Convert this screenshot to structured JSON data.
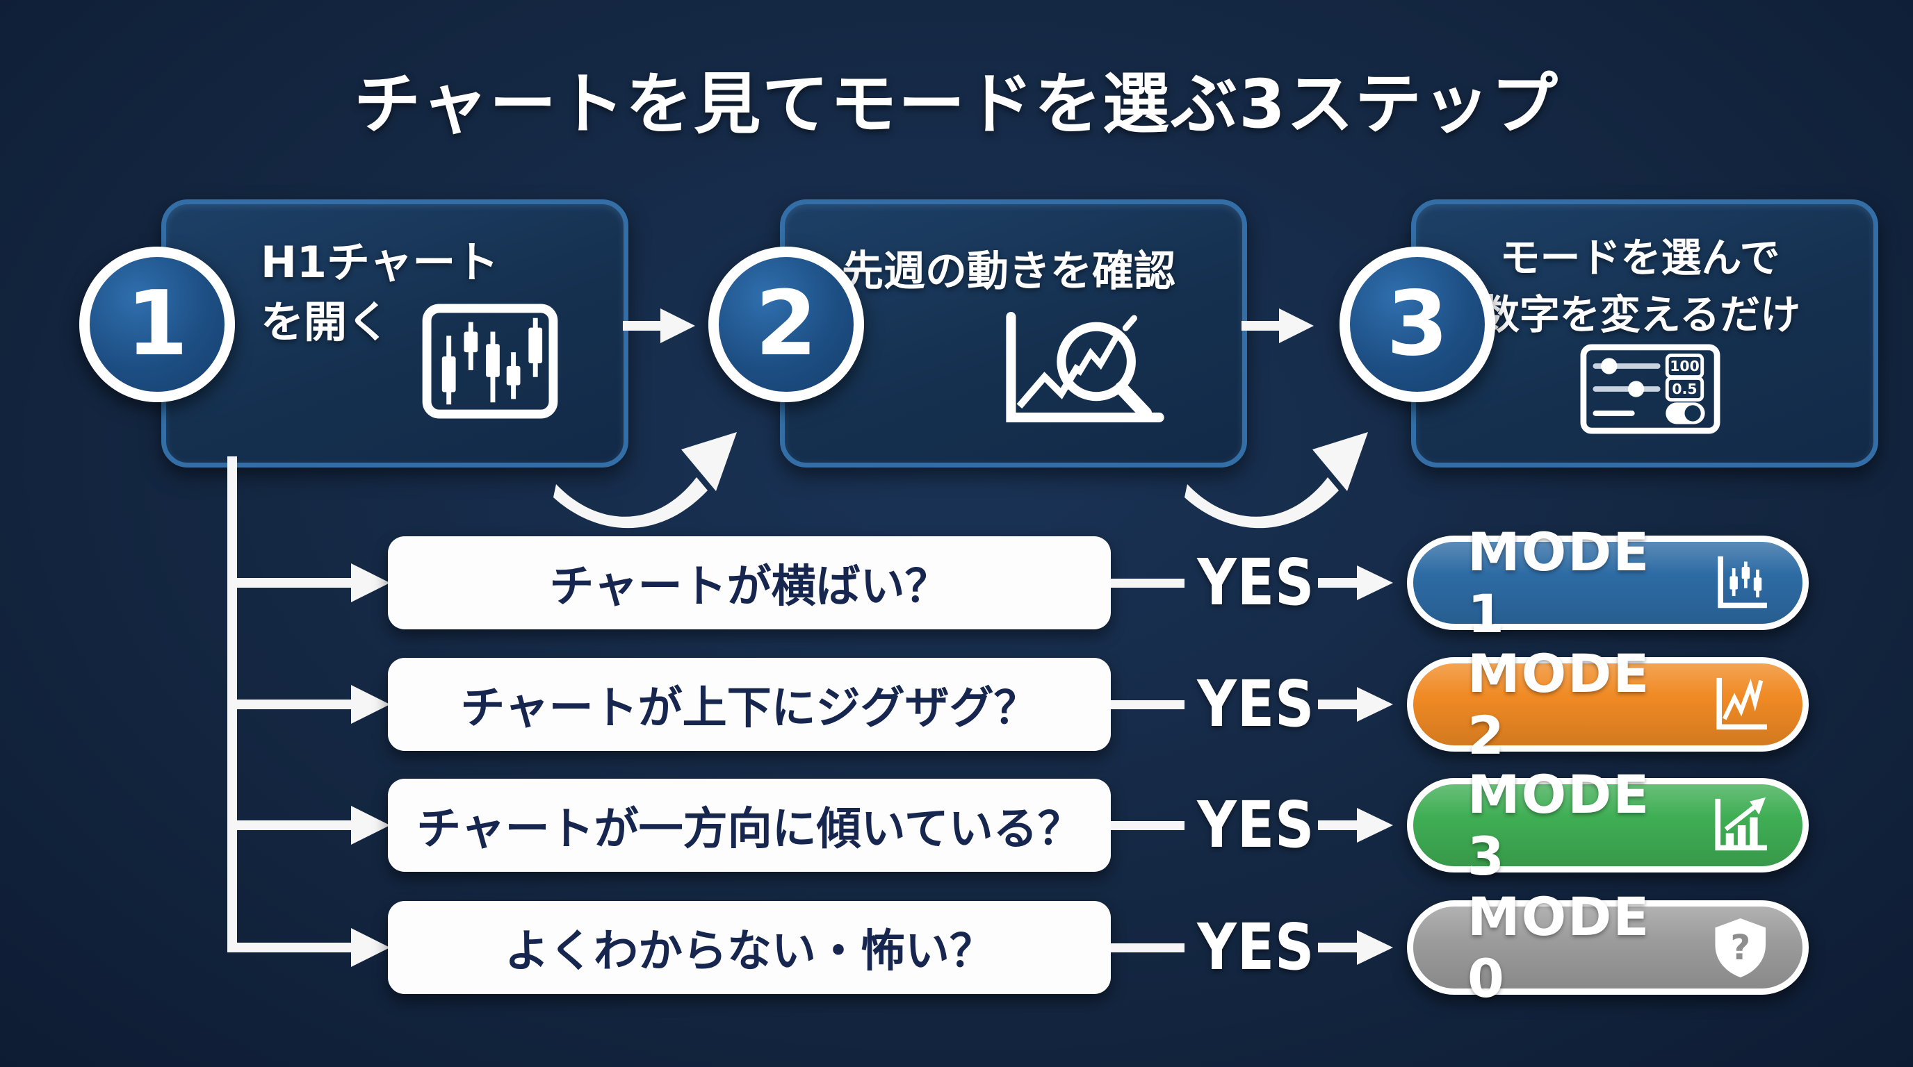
{
  "title": "チャートを見てモードを選ぶ3ステップ",
  "steps": [
    {
      "number": "1",
      "label_line1": "H1チャート",
      "label_line2": "を開く",
      "icon": "candlestick-chart-icon"
    },
    {
      "number": "2",
      "label_line1": "先週の動きを確認",
      "label_line2": "",
      "icon": "chart-magnifier-icon"
    },
    {
      "number": "3",
      "label_line1": "モードを選んで",
      "label_line2": "数字を変えるだけ",
      "icon": "settings-sliders-icon",
      "panel": {
        "slider1_value": "100",
        "slider2_value": "0.5"
      }
    }
  ],
  "decisions": [
    {
      "question": "チャートが横ばい？",
      "answer_label": "YES",
      "mode_label": "MODE 1",
      "mode_color": "#2d6ba4",
      "mode_icon": "candlestick-mini-icon"
    },
    {
      "question": "チャートが上下にジグザグ？",
      "answer_label": "YES",
      "mode_label": "MODE 2",
      "mode_color": "#f08a24",
      "mode_icon": "zigzag-chart-icon"
    },
    {
      "question": "チャートが一方向に傾いている？",
      "answer_label": "YES",
      "mode_label": "MODE 3",
      "mode_color": "#3fae54",
      "mode_icon": "rising-bars-icon"
    },
    {
      "question": "よくわからない・怖い？",
      "answer_label": "YES",
      "mode_label": "MODE 0",
      "mode_color": "#9c9c9c",
      "mode_icon": "shield-question-icon"
    }
  ],
  "colors": {
    "background": "#13233f",
    "panel_fill": "#16304f",
    "panel_border": "#336fa6",
    "question_text": "#17264e",
    "white": "#ffffff"
  }
}
